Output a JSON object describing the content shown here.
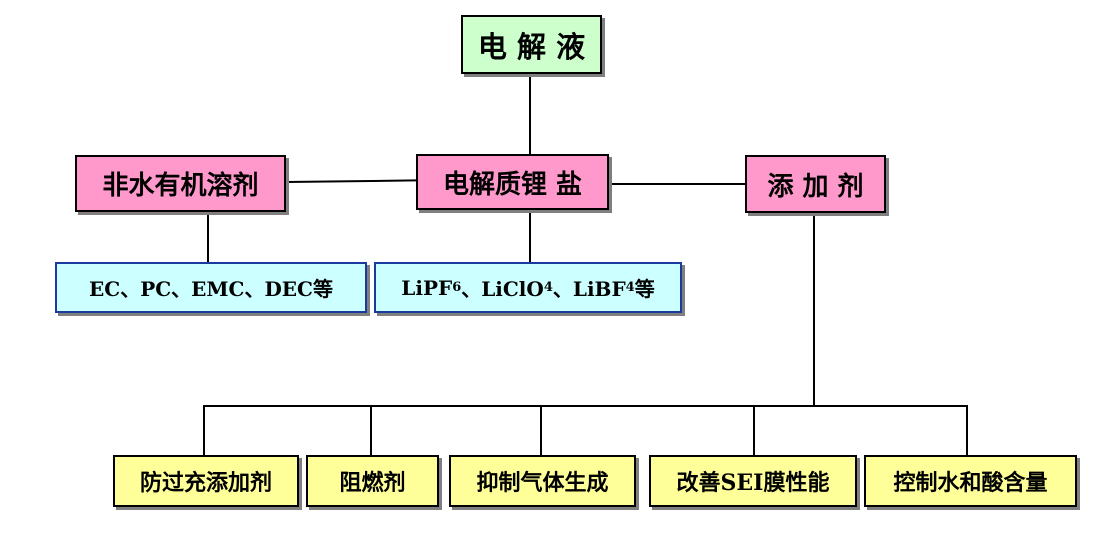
{
  "root": {
    "label": "电 解 液"
  },
  "level2": {
    "solvent": "非水有机溶剂",
    "salt": "电解质锂 盐",
    "additive": "添 加 剂"
  },
  "solvent_examples": "EC、PC、EMC、DEC等",
  "salt_examples": {
    "p1": "LiPF",
    "s1": "6",
    "p2": "、LiClO",
    "s2": "4",
    "p3": "、LiBF",
    "s3": "4",
    "p4": "等"
  },
  "additive_types": [
    "防过充添加剂",
    "阻燃剂",
    "抑制气体生成",
    "改善SEI膜性能",
    "控制水和酸含量"
  ]
}
